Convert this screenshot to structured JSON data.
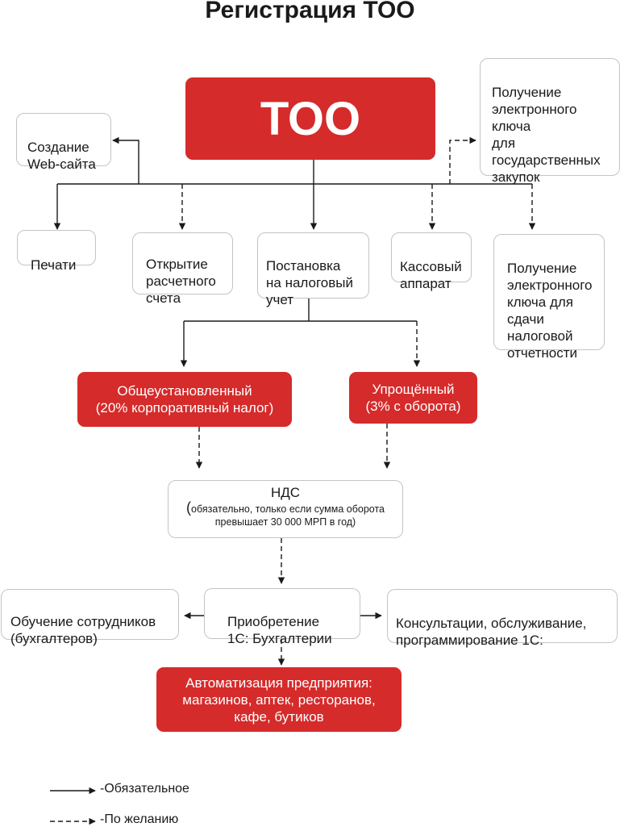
{
  "title": "Регистрация ТОО",
  "main": "ТОО",
  "nodes": {
    "website": "Создание\nWeb-сайта",
    "e_key_procurement": "Получение\nэлектронного\nключа\nдля\nгосударственных\nзакупок",
    "stamps": "Печати",
    "bank_account": "Открытие\nрасчетного\nсчета",
    "tax_registration": "Постановка\nна налоговый\nучет",
    "cash_register": "Кассовый\nаппарат",
    "e_key_reporting": "Получение\nэлектронного\nключа для\nсдачи\nналоговой\nотчетности",
    "general_regime": "Общеустановленный\n(20% корпоративный налог)",
    "simplified_regime": "Упрощённый\n(3% с оборота)",
    "vat_title": "НДС",
    "vat_note_line1": "обязательно, только если сумма оборота",
    "vat_note_line2": "превышает 30 000 МРП в год)",
    "vat_paren": "(",
    "staff_training": "Обучение сотрудников\n(бухгалтеров)",
    "buy_1c": "Приобретение\n1С: Бухгалтерии",
    "consulting_1c": "Консультации, обслуживание,\nпрограммирование 1С:",
    "automation": "Автоматизация предприятия:\nмагазинов, аптек, ресторанов,\nкафе, бутиков"
  },
  "legend": {
    "mandatory": "-Обязательное",
    "optional": "-По желанию"
  },
  "colors": {
    "accent": "#d52b2b",
    "line": "#1a1a1a",
    "border": "#c4c4c4"
  }
}
